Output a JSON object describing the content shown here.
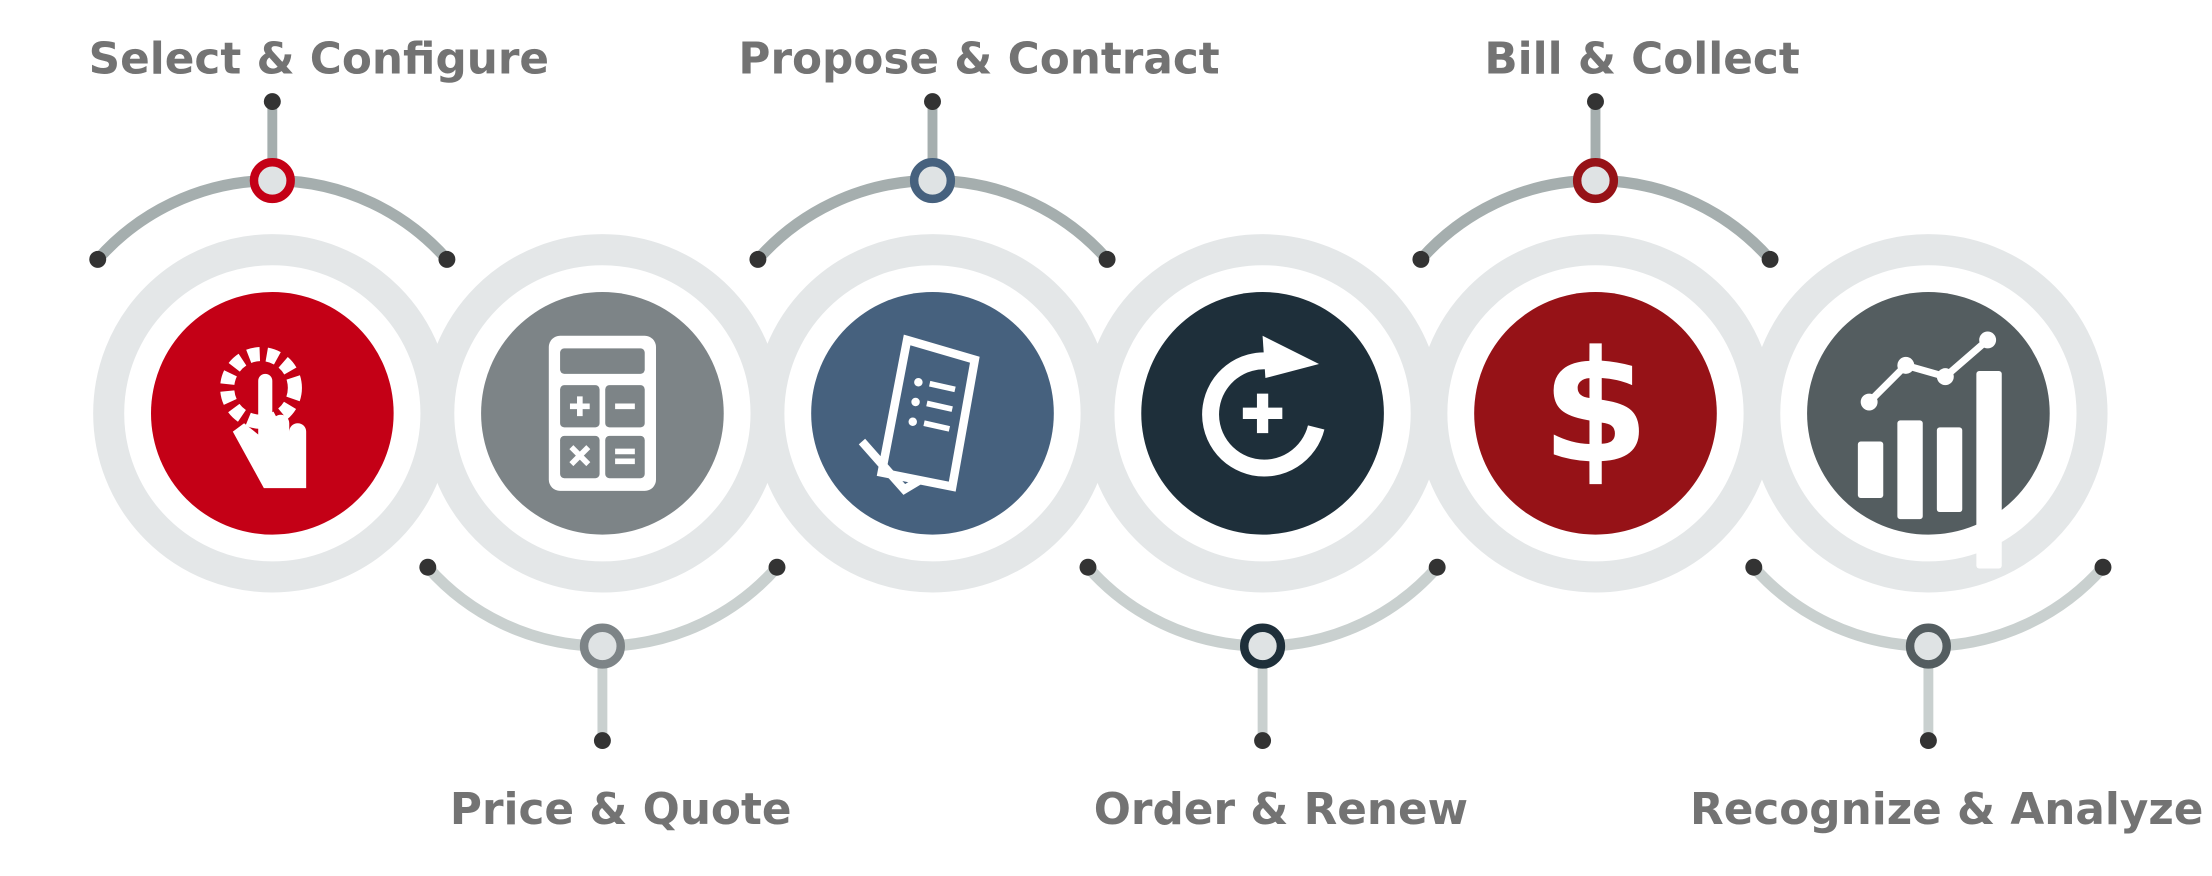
{
  "title": "Quote-to-Cash Process",
  "stages": [
    {
      "label": "Select & Configure",
      "icon": "gear-hand-icon",
      "color": "#c40016",
      "node_color": "#c40016",
      "position": "top"
    },
    {
      "label": "Price & Quote",
      "icon": "calculator-icon",
      "color": "#7d8487",
      "node_color": "#7d8487",
      "position": "bottom"
    },
    {
      "label": "Propose & Contract",
      "icon": "contract-document-icon",
      "color": "#46617e",
      "node_color": "#46617e",
      "position": "top"
    },
    {
      "label": "Order & Renew",
      "icon": "renew-plus-icon",
      "color": "#1e2f3a",
      "node_color": "#1e2f3a",
      "position": "bottom"
    },
    {
      "label": "Bill & Collect",
      "icon": "dollar-icon",
      "color": "#961217",
      "node_color": "#961217",
      "position": "top"
    },
    {
      "label": "Recognize & Analyze",
      "icon": "bar-chart-trend-icon",
      "color": "#545d60",
      "node_color": "#545d60",
      "position": "bottom"
    }
  ]
}
